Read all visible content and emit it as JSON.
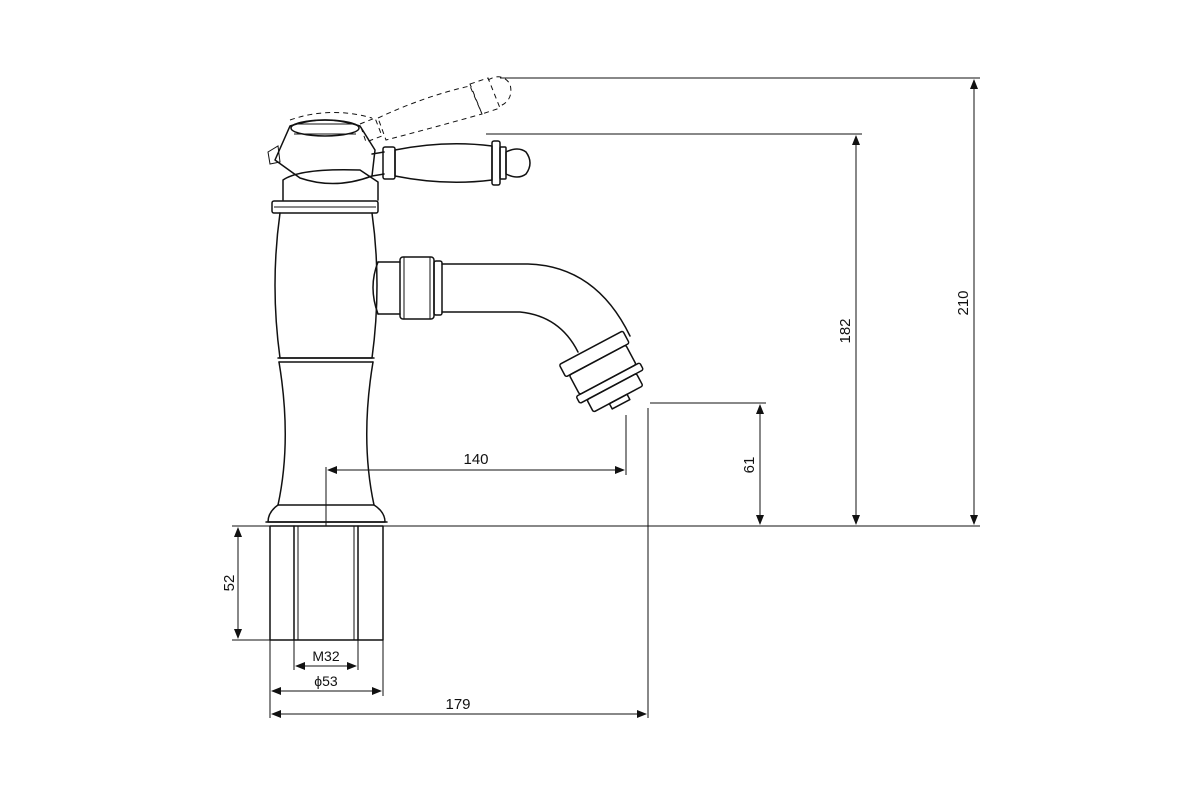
{
  "dimensions": {
    "overall_height": "210",
    "handle_height": "182",
    "spout_reach": "140",
    "spout_height": "61",
    "shank_length": "52",
    "thread": "M32",
    "base_diameter": "ϕ53",
    "overall_depth": "179"
  },
  "colors": {
    "line": "#111111",
    "background": "#ffffff"
  }
}
